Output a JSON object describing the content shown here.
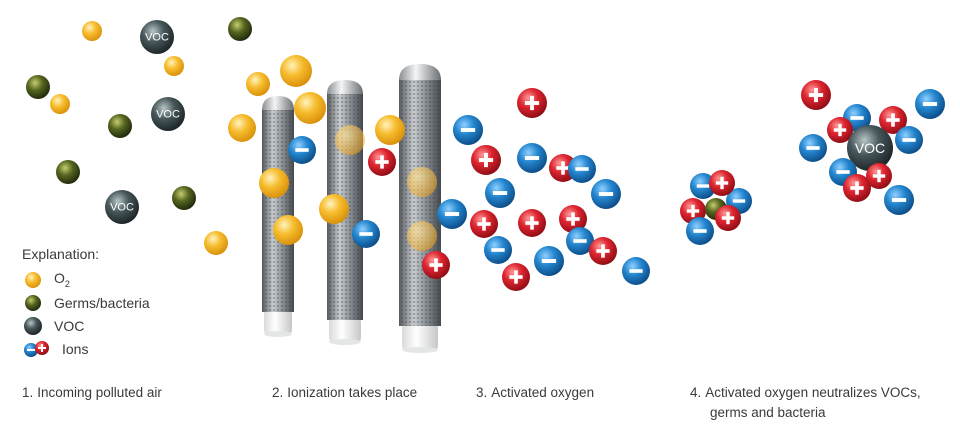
{
  "legend": {
    "title": "Explanation:",
    "items": [
      {
        "key": "o2",
        "label": "O",
        "sub": "2",
        "icon": "oxygen-molecule-icon"
      },
      {
        "key": "germ",
        "label": "Germs/bacteria",
        "icon": "germ-icon"
      },
      {
        "key": "voc",
        "label": "VOC",
        "icon": "voc-molecule-icon"
      },
      {
        "key": "ions",
        "label": "Ions",
        "icon": "ion-pair-icon"
      }
    ]
  },
  "voc_label": "VOC",
  "steps": [
    {
      "number": "1.",
      "text": "Incoming polluted air"
    },
    {
      "number": "2.",
      "text": "Ionization takes place"
    },
    {
      "number": "3.",
      "text": "Activated oxygen"
    },
    {
      "number": "4.",
      "text": "Activated oxygen neutralizes VOCs,",
      "text2": "germs and bacteria"
    }
  ],
  "colors": {
    "oxygen": "#f4b321",
    "germ": "#4b5a1c",
    "voc": "#3c4a4e",
    "ion_positive": "#d6202b",
    "ion_negative": "#1c7ec3",
    "tube": "#8a8f94",
    "tube_base": "#f2f2f2",
    "text": "#3a3a3a"
  },
  "icons": {
    "positive_ion": "plus-icon",
    "negative_ion": "minus-icon",
    "tube": "ionization-tube-icon"
  }
}
